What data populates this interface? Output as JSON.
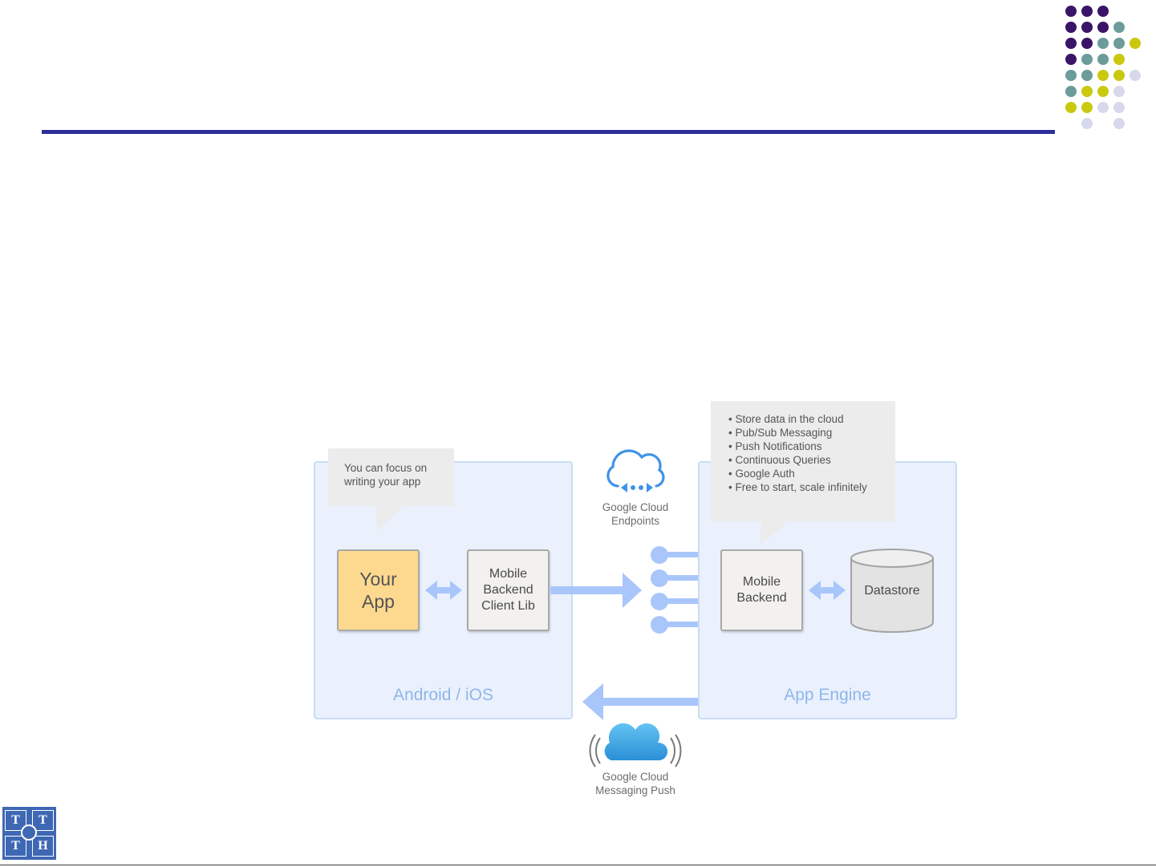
{
  "colors": {
    "accent_rule": "#2e2e9a",
    "dot_purple": "#3b1468",
    "dot_teal": "#6c9c9a",
    "dot_yellow": "#c9c910",
    "dot_lavender": "#d8d8ec",
    "panel_fill": "#eaf1fd",
    "panel_label": "#8fb6ea",
    "arrow_blue": "#a9c6fb",
    "app_box": "#fcd98f"
  },
  "diagram": {
    "left_panel": {
      "label": "Android / iOS"
    },
    "right_panel": {
      "label": "App Engine"
    },
    "callout_app": "You can focus on\nwriting your app",
    "callout_backend": [
      "Store data in the cloud",
      "Pub/Sub Messaging",
      "Push Notifications",
      "Continuous Queries",
      "Google Auth",
      "Free to start, scale infinitely"
    ],
    "your_app": "Your\nApp",
    "client_lib": "Mobile\nBackend\nClient Lib",
    "mobile_backend": "Mobile\nBackend",
    "datastore": "Datastore",
    "endpoints_caption": "Google Cloud\nEndpoints",
    "push_caption": "Google Cloud\nMessaging Push",
    "endpoints_icon": "cloud-endpoints-icon",
    "push_icon": "cloud-push-icon",
    "logo": {
      "name": "institution-logo",
      "letters": [
        "T",
        "T",
        "T",
        "H"
      ]
    }
  }
}
